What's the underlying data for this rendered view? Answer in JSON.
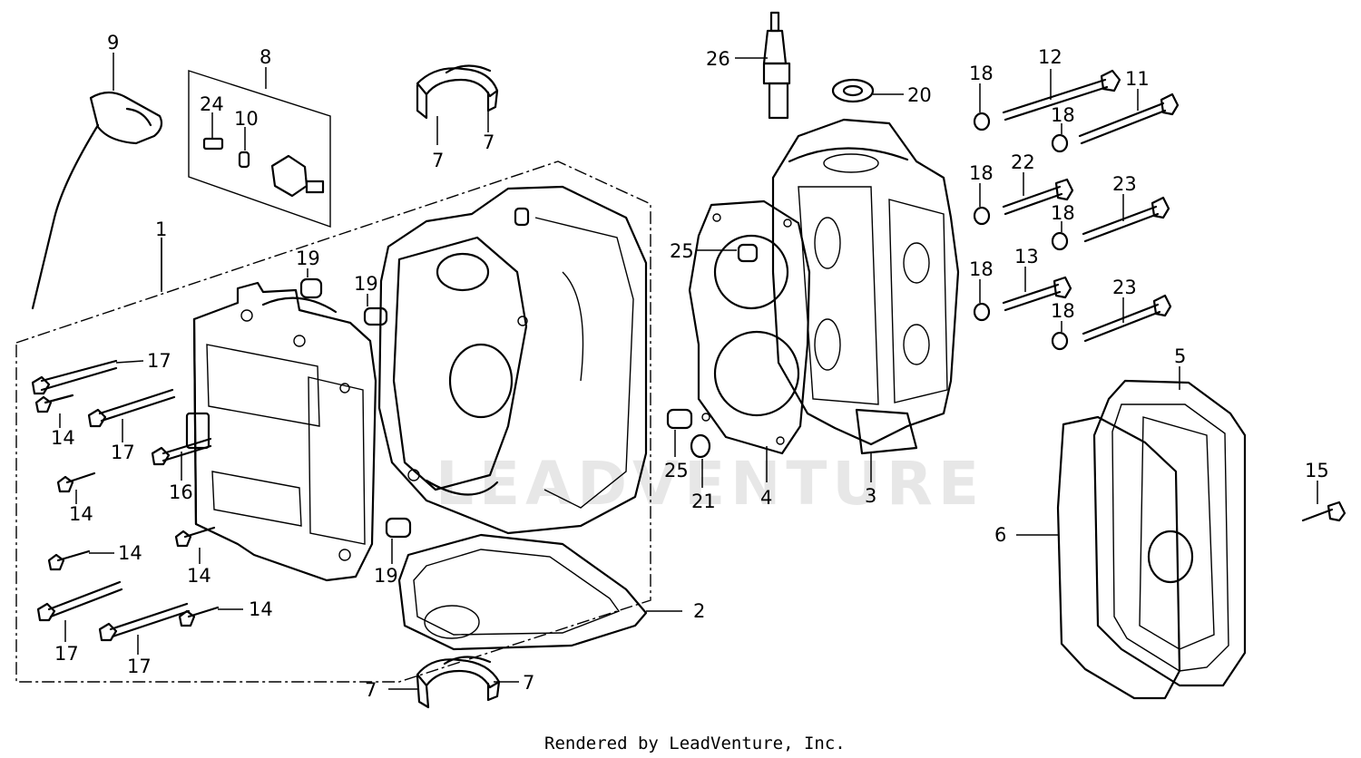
{
  "diagram": {
    "callouts": {
      "c1": "1",
      "c2": "2",
      "c3": "3",
      "c4": "4",
      "c5": "5",
      "c6": "6",
      "c7a": "7",
      "c7b": "7",
      "c7c": "7",
      "c7d": "7",
      "c8": "8",
      "c9": "9",
      "c10": "10",
      "c11": "11",
      "c12": "12",
      "c13": "13",
      "c14a": "14",
      "c14b": "14",
      "c14c": "14",
      "c14d": "14",
      "c14e": "14",
      "c15": "15",
      "c16": "16",
      "c17a": "17",
      "c17b": "17",
      "c17c": "17",
      "c17d": "17",
      "c18a": "18",
      "c18b": "18",
      "c18c": "18",
      "c18d": "18",
      "c18e": "18",
      "c18f": "18",
      "c19a": "19",
      "c19b": "19",
      "c19c": "19",
      "c20": "20",
      "c21": "21",
      "c22": "22",
      "c23a": "23",
      "c23b": "23",
      "c24": "24",
      "c25a": "25",
      "c25b": "25",
      "c26": "26"
    },
    "watermark": "LEADVENTURE",
    "credit": "Rendered by LeadVenture, Inc."
  }
}
